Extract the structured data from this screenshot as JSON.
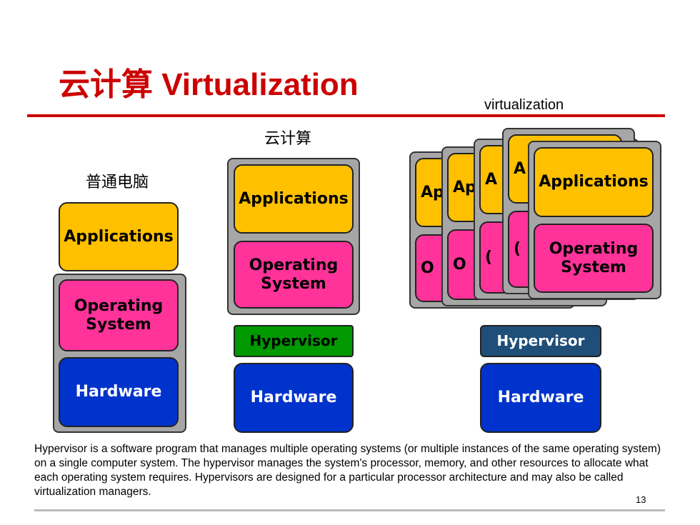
{
  "slide": {
    "title": "云计算 Virtualization",
    "virtualization_label": "virtualization",
    "description": "Hypervisor is a software program that manages multiple operating systems (or multiple instances of the same operating system) on a single computer system. The hypervisor manages the system's processor, memory, and other resources to allocate what each operating system requires. Hypervisors are designed for a particular processor architecture and may also be called virtualization managers.",
    "page_number": "13"
  },
  "col1": {
    "label": "普通电脑",
    "applications": "Applications",
    "os": "Operating System",
    "hardware": "Hardware"
  },
  "col2": {
    "label": "云计算",
    "applications": "Applications",
    "os": "Operating System",
    "hypervisor": "Hypervisor",
    "hardware": "Hardware"
  },
  "col3": {
    "applications": "Applications",
    "os": "Operating System",
    "hypervisor": "Hypervisor",
    "hardware": "Hardware",
    "fragments": {
      "apps": [
        "Ap",
        "Ap",
        "A",
        "A"
      ],
      "os": [
        "O",
        "O",
        "(",
        "("
      ]
    }
  },
  "colors": {
    "title_red": "#cc0000",
    "applications": "#ffc000",
    "os": "#ff3399",
    "hardware": "#0033cc",
    "hypervisor_green": "#009900",
    "hypervisor_blue": "#1f4e79",
    "vm_frame": "#a6a6a6"
  }
}
